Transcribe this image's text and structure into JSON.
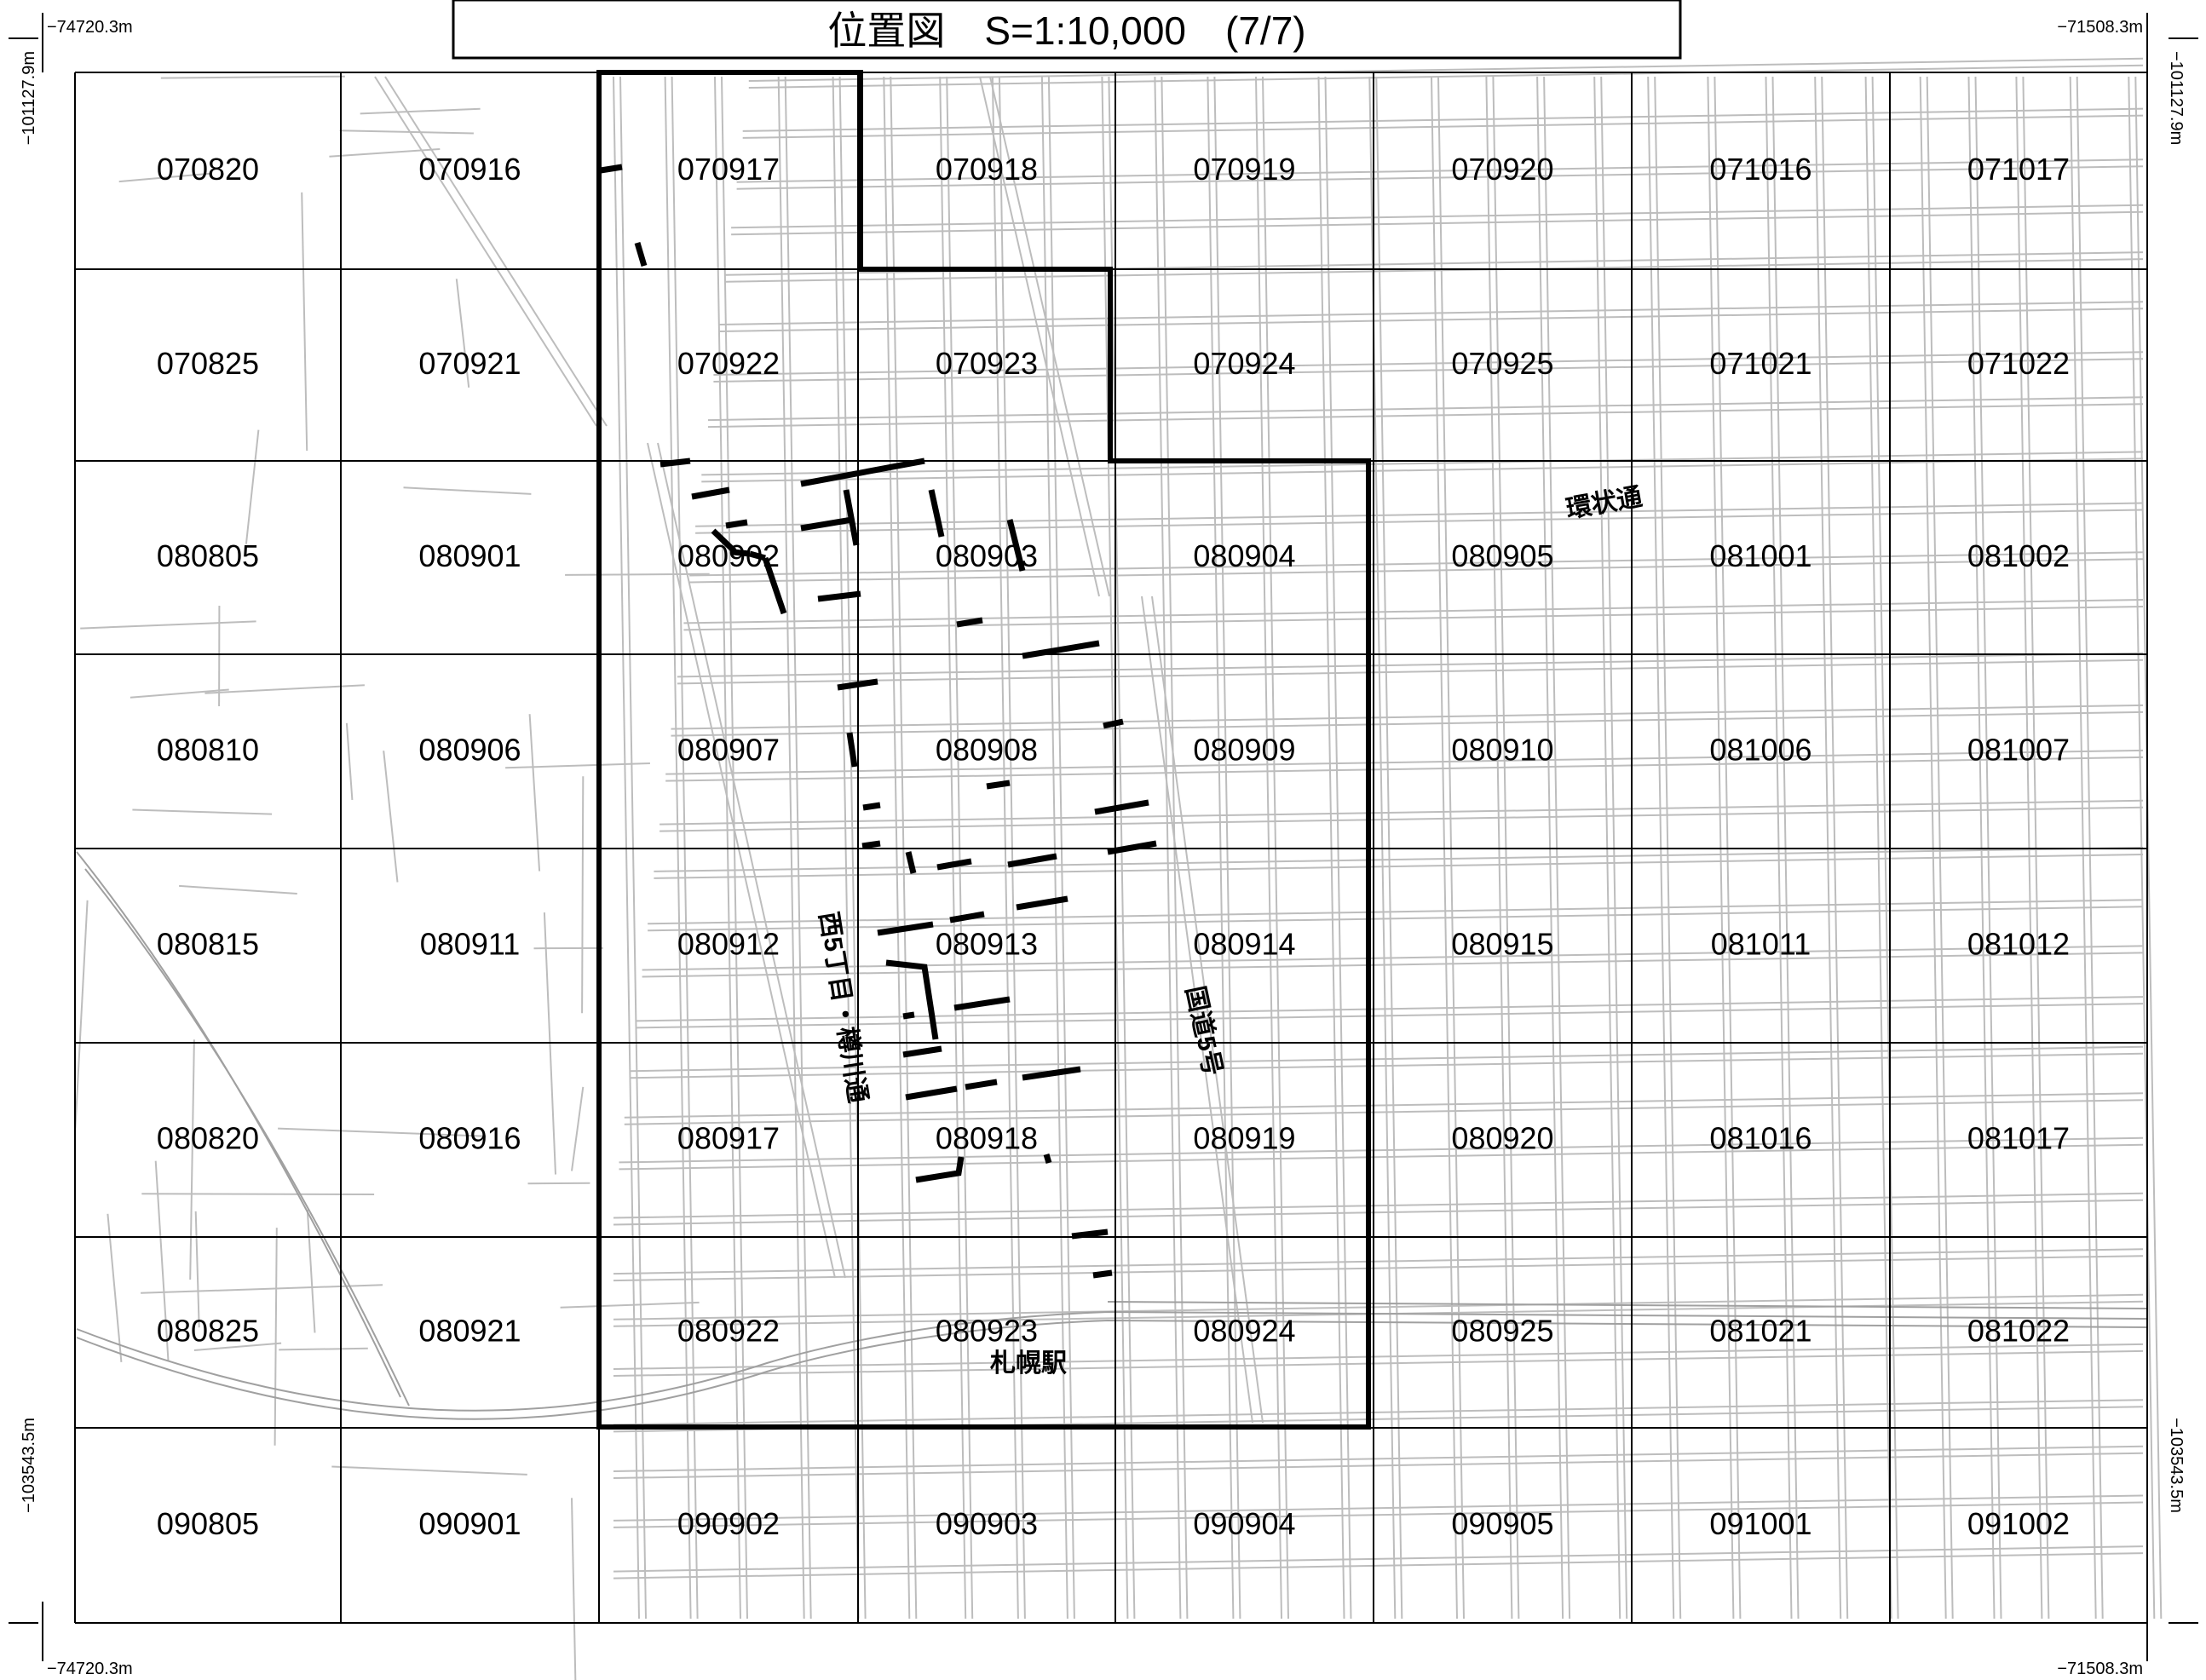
{
  "title": "位置図　S=1:10,000　(7/7)",
  "coordinates": {
    "top_left_x": "−74720.3m",
    "top_right_x": "−71508.3m",
    "bottom_left_x": "−74720.3m",
    "bottom_right_x": "−71508.3m",
    "left_top_y": "−101127.9m",
    "left_bottom_y": "−103543.5m",
    "right_top_y": "−101127.9m",
    "right_bottom_y": "−103543.5m"
  },
  "grid": {
    "rows": [
      [
        "070820",
        "070916",
        "070917",
        "070918",
        "070919",
        "070920",
        "071016",
        "071017"
      ],
      [
        "070825",
        "070921",
        "070922",
        "070923",
        "070924",
        "070925",
        "071021",
        "071022"
      ],
      [
        "080805",
        "080901",
        "080902",
        "080903",
        "080904",
        "080905",
        "081001",
        "081002"
      ],
      [
        "080810",
        "080906",
        "080907",
        "080908",
        "080909",
        "080910",
        "081006",
        "081007"
      ],
      [
        "080815",
        "080911",
        "080912",
        "080913",
        "080914",
        "080915",
        "081011",
        "081012"
      ],
      [
        "080820",
        "080916",
        "080917",
        "080918",
        "080919",
        "080920",
        "081016",
        "081017"
      ],
      [
        "080825",
        "080921",
        "080922",
        "080923",
        "080924",
        "080925",
        "081021",
        "081022"
      ],
      [
        "090805",
        "090901",
        "090902",
        "090903",
        "090904",
        "090905",
        "091001",
        "091002"
      ]
    ]
  },
  "place_labels": {
    "kanjo_dori": "環状通",
    "nishi5_dori": "西5丁目・樽川通",
    "kokudo5": "国道5号",
    "sapporo_station": "札幌駅"
  },
  "colors": {
    "grid_line": "#000000",
    "road_line": "#b4b4b4",
    "boundary": "#000000",
    "highlight": "#000000"
  }
}
